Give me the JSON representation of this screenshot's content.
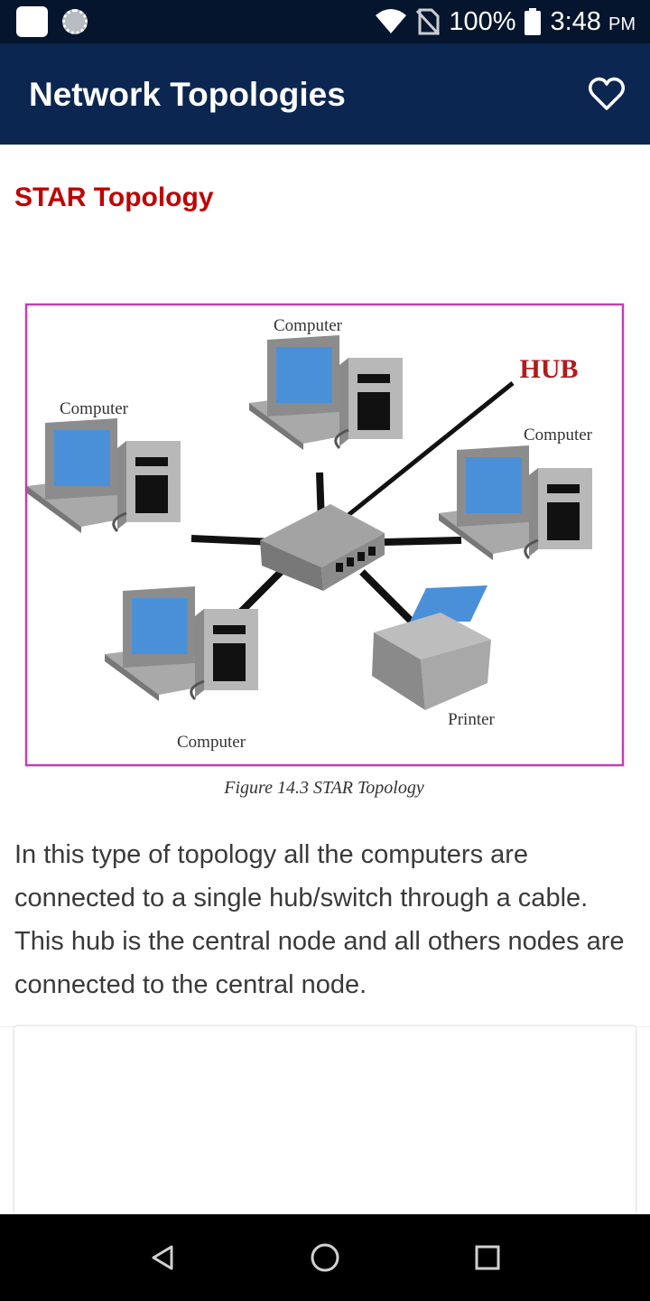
{
  "status_bar": {
    "battery_percent": "100%",
    "time": "3:48",
    "ampm": "PM"
  },
  "app_bar": {
    "title": "Network Topologies",
    "favorite_icon": "heart-outline-icon"
  },
  "article": {
    "heading": "STAR Topology",
    "figure": {
      "labels": {
        "computer_top": "Computer",
        "computer_left": "Computer",
        "computer_right": "Computer",
        "computer_bottom": "Computer",
        "hub": "HUB",
        "printer": "Printer"
      },
      "caption": "Figure 14.3 STAR Topology"
    },
    "paragraph": "In this type of topology all the computers are connected to a single hub/switch through a cable. This hub is the central node and all others nodes are connected to the central node."
  },
  "nav_bar": {
    "back_icon": "back-triangle-icon",
    "home_icon": "home-circle-icon",
    "recents_icon": "recents-square-icon"
  },
  "colors": {
    "status_bar": "#04152d",
    "app_bar": "#0b2650",
    "heading": "#c00000",
    "figure_border": "#c040b0",
    "screen_blue": "#4a90d9",
    "hub_label": "#b01c1c"
  }
}
